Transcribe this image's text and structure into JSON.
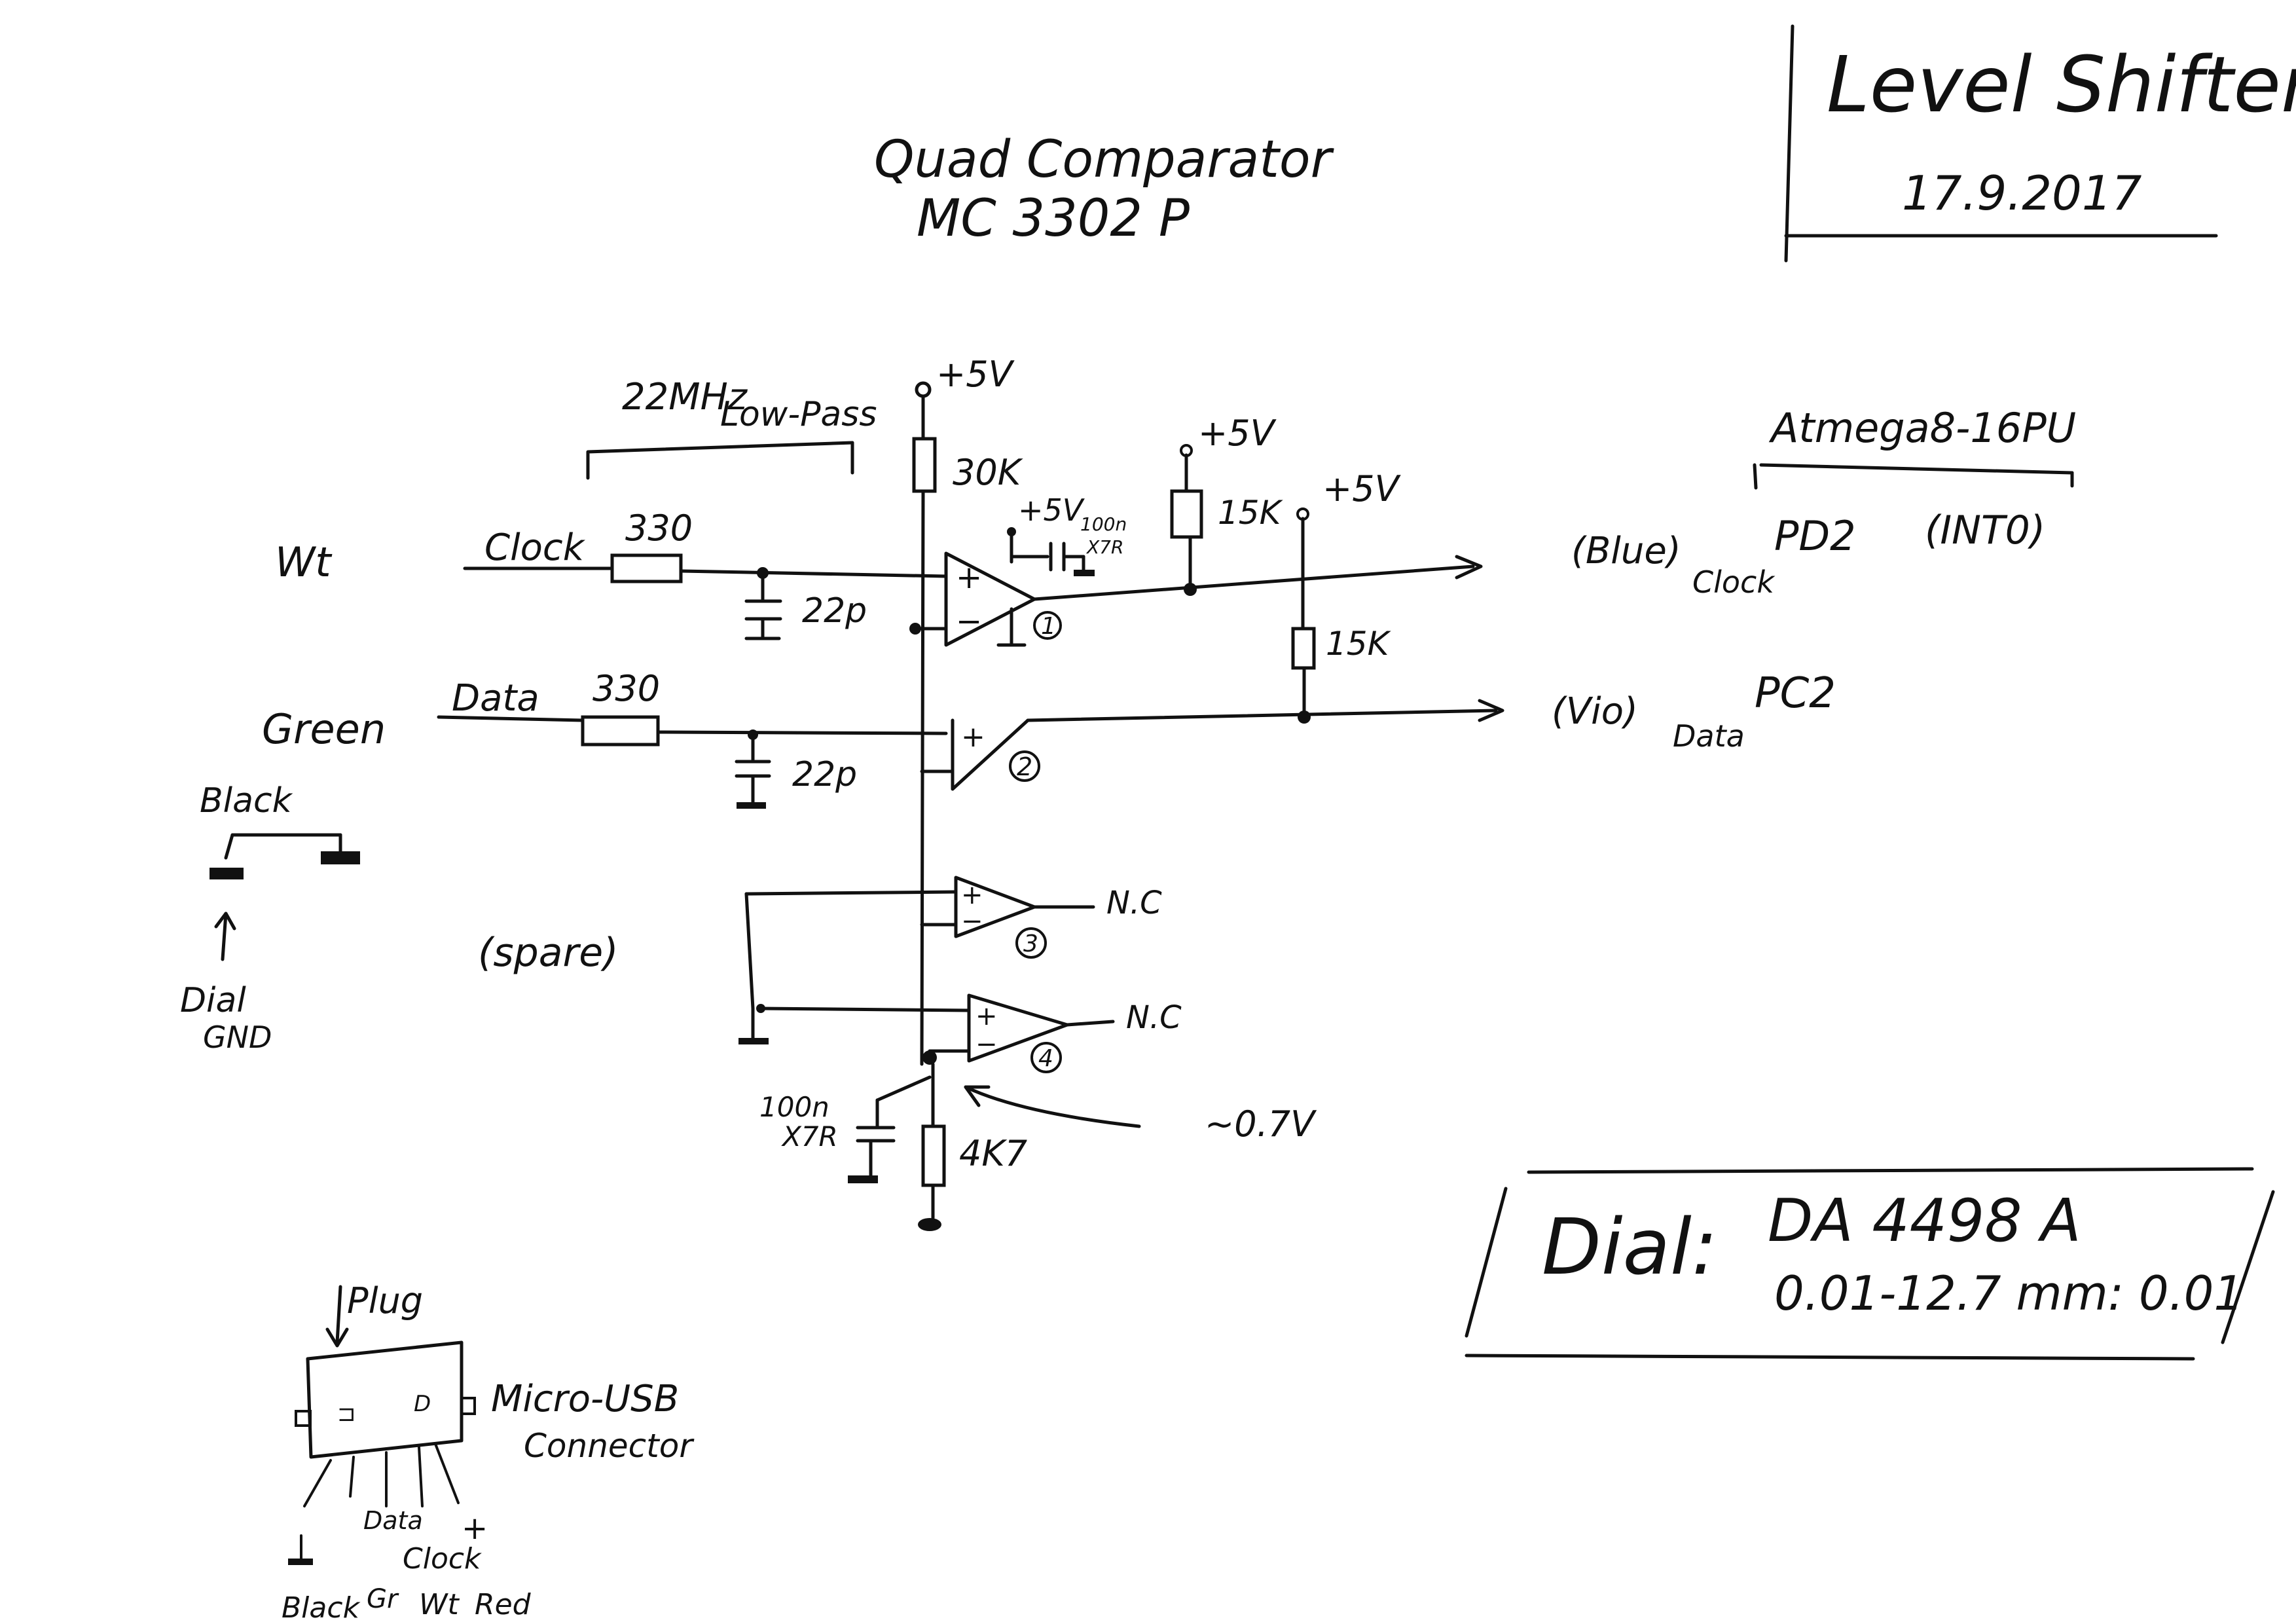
{
  "title_block": {
    "title": "Level Shifter",
    "date": "17.9.2017"
  },
  "header": {
    "line1": "Quad Comparator",
    "line2": "MC 3302 P"
  },
  "filter": {
    "label1": "22MHz",
    "label2": "Low-Pass"
  },
  "supply": {
    "plus5v": "+5V"
  },
  "components": {
    "r_top": "30K",
    "r_clock_pullup": "15K",
    "r_data_pullup": "15K",
    "r_clock_series": "330",
    "r_data_series": "330",
    "c_clock": "22p",
    "c_data": "22p",
    "c_decouple_line1": "100n",
    "c_decouple_line2": "X7R",
    "c_ref_line1": "100n",
    "c_ref_line2": "X7R",
    "r_bottom": "4K7",
    "ref_voltage": "~0.7V"
  },
  "opamps": {
    "u1": "1",
    "u2": "2",
    "u3": "3",
    "u4": "4",
    "nc": "N.C"
  },
  "left_labels": {
    "wt": "Wt",
    "green": "Green",
    "clock": "Clock",
    "data": "Data",
    "black": "Black",
    "dial_gnd_line1": "Dial",
    "dial_gnd_line2": "GND",
    "spare": "(spare)"
  },
  "mcu": {
    "name": "Atmega8-16PU",
    "pd2": "PD2",
    "int0": "(INT0)",
    "pc2": "PC2",
    "blue": "(Blue)",
    "clock": "Clock",
    "vio": "(Vio)",
    "data": "Data"
  },
  "dial": {
    "label": "Dial:",
    "model": "DA 4498 A",
    "range": "0.01-12.7 mm: 0.01"
  },
  "usb": {
    "plug": "Plug",
    "connector_line1": "Micro-USB",
    "connector_line2": "Connector",
    "pin_data": "Data",
    "pin_plus": "+",
    "pin_clock": "Clock",
    "bottom_black": "Black",
    "bottom_gr": "Gr",
    "bottom_wt": "Wt",
    "bottom_red": "Red"
  }
}
